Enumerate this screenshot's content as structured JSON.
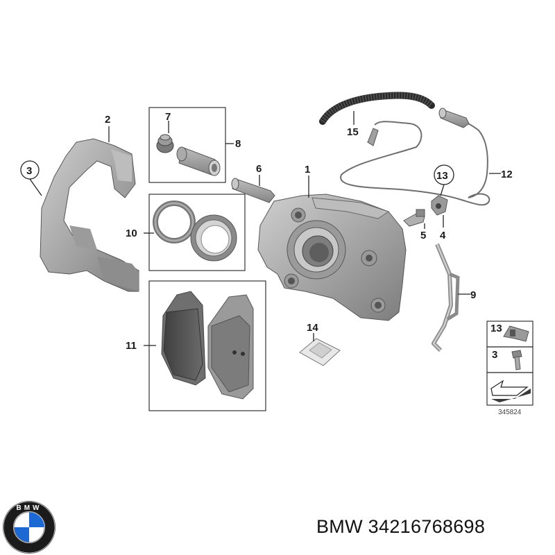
{
  "diagram": {
    "callouts": {
      "c1": "1",
      "c2": "2",
      "c3": "3",
      "c4": "4",
      "c5": "5",
      "c6": "6",
      "c7": "7",
      "c8": "8",
      "c9": "9",
      "c10": "10",
      "c11": "11",
      "c12": "12",
      "c13": "13",
      "c14": "14",
      "c15": "15"
    },
    "legend": {
      "row1": "13",
      "row2": "3"
    },
    "reference_number": "345824"
  },
  "brand": {
    "logo_letters": "BMW"
  },
  "caption": {
    "text": "BMW 34216768698"
  },
  "colors": {
    "part_fill": "#a9a9a9",
    "part_dark": "#6e6e6e",
    "pad_dark": "#4a4a4a",
    "logo_blue": "#1c69d4"
  }
}
